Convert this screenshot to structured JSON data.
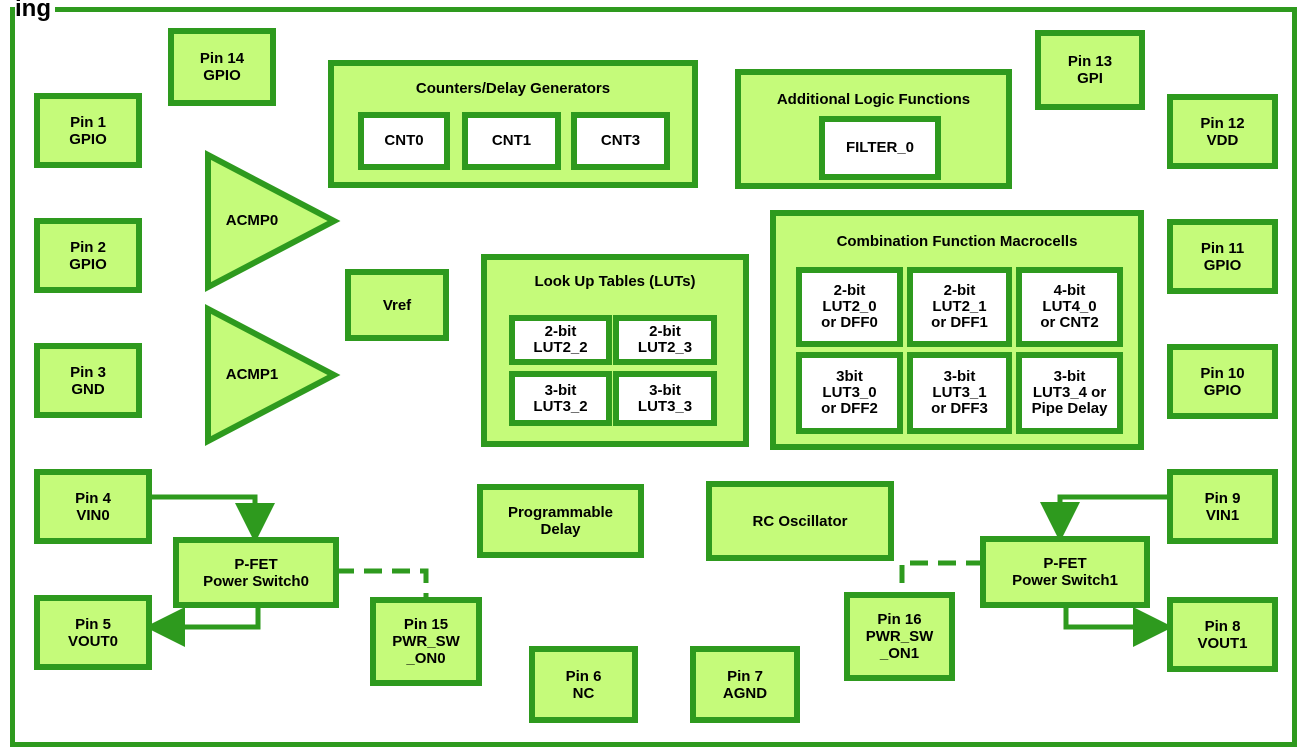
{
  "title_fragment": "ing",
  "pins": {
    "p14": {
      "num": "Pin 14",
      "fn": "GPIO"
    },
    "p1": {
      "num": "Pin 1",
      "fn": "GPIO"
    },
    "p2": {
      "num": "Pin 2",
      "fn": "GPIO"
    },
    "p3": {
      "num": "Pin 3",
      "fn": "GND"
    },
    "p4": {
      "num": "Pin 4",
      "fn": "VIN0"
    },
    "p5": {
      "num": "Pin 5",
      "fn": "VOUT0"
    },
    "p15": {
      "num": "Pin 15",
      "fn": "PWR_SW",
      "fn2": "_ON0"
    },
    "p6": {
      "num": "Pin 6",
      "fn": "NC"
    },
    "p7": {
      "num": "Pin 7",
      "fn": "AGND"
    },
    "p16": {
      "num": "Pin 16",
      "fn": "PWR_SW",
      "fn2": "_ON1"
    },
    "p13": {
      "num": "Pin 13",
      "fn": "GPI"
    },
    "p12": {
      "num": "Pin 12",
      "fn": "VDD"
    },
    "p11": {
      "num": "Pin 11",
      "fn": "GPIO"
    },
    "p10": {
      "num": "Pin 10",
      "fn": "GPIO"
    },
    "p9": {
      "num": "Pin 9",
      "fn": "VIN1"
    },
    "p8": {
      "num": "Pin 8",
      "fn": "VOUT1"
    }
  },
  "counters": {
    "title": "Counters/Delay Generators",
    "cnt0": "CNT0",
    "cnt1": "CNT1",
    "cnt3": "CNT3"
  },
  "logic": {
    "title": "Additional Logic Functions",
    "filter": "FILTER_0"
  },
  "acmp0": "ACMP0",
  "acmp1": "ACMP1",
  "vref": "Vref",
  "luts": {
    "title": "Look Up Tables (LUTs)",
    "c1": {
      "l1": "2-bit",
      "l2": "LUT2_2"
    },
    "c2": {
      "l1": "2-bit",
      "l2": "LUT2_3"
    },
    "c3": {
      "l1": "3-bit",
      "l2": "LUT3_2"
    },
    "c4": {
      "l1": "3-bit",
      "l2": "LUT3_3"
    }
  },
  "cfm": {
    "title": "Combination Function Macrocells",
    "c1": {
      "l1": "2-bit",
      "l2": "LUT2_0",
      "l3": "or DFF0"
    },
    "c2": {
      "l1": "2-bit",
      "l2": "LUT2_1",
      "l3": "or DFF1"
    },
    "c3": {
      "l1": "4-bit",
      "l2": "LUT4_0",
      "l3": "or CNT2"
    },
    "c4": {
      "l1": "3bit",
      "l2": "LUT3_0",
      "l3": "or DFF2"
    },
    "c5": {
      "l1": "3-bit",
      "l2": "LUT3_1",
      "l3": "or DFF3"
    },
    "c6": {
      "l1": "3-bit",
      "l2": "LUT3_4 or",
      "l3": "Pipe Delay"
    }
  },
  "prog_delay": {
    "l1": "Programmable",
    "l2": "Delay"
  },
  "rc_osc": "RC Oscillator",
  "pfet0": {
    "l1": "P-FET",
    "l2": "Power Switch0"
  },
  "pfet1": {
    "l1": "P-FET",
    "l2": "Power Switch1"
  },
  "colors": {
    "fill": "#c5fb7a",
    "border": "#2e9a1e",
    "cell_fill": "#ffffff"
  }
}
